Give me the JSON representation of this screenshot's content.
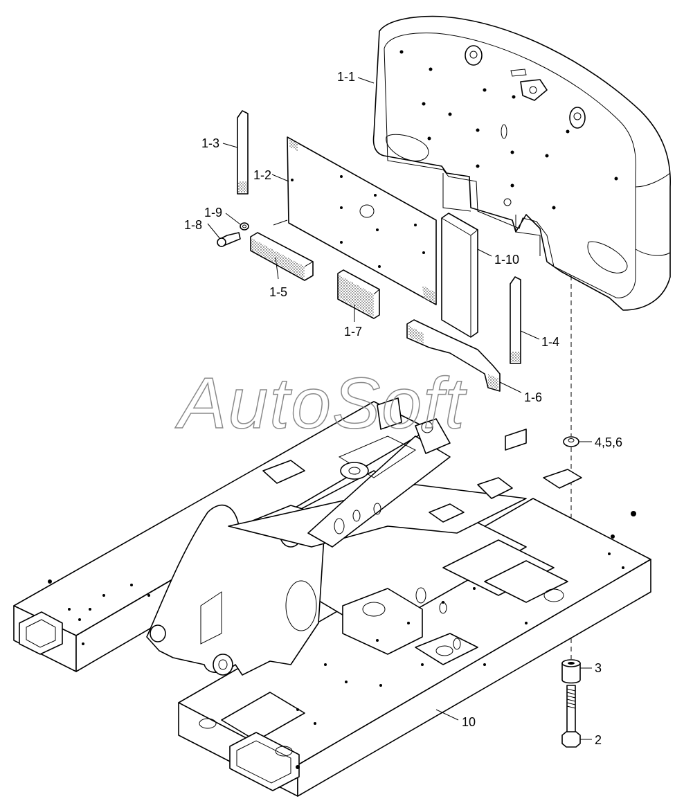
{
  "watermark": "AutoSoft",
  "callouts": {
    "c_1_1": "1-1",
    "c_1_2": "1-2",
    "c_1_3": "1-3",
    "c_1_4": "1-4",
    "c_1_5": "1-5",
    "c_1_6": "1-6",
    "c_1_7": "1-7",
    "c_1_8": "1-8",
    "c_1_9": "1-9",
    "c_1_10": "1-10",
    "c_456": "4,5,6",
    "c_3": "3",
    "c_2": "2",
    "c_10": "10"
  }
}
